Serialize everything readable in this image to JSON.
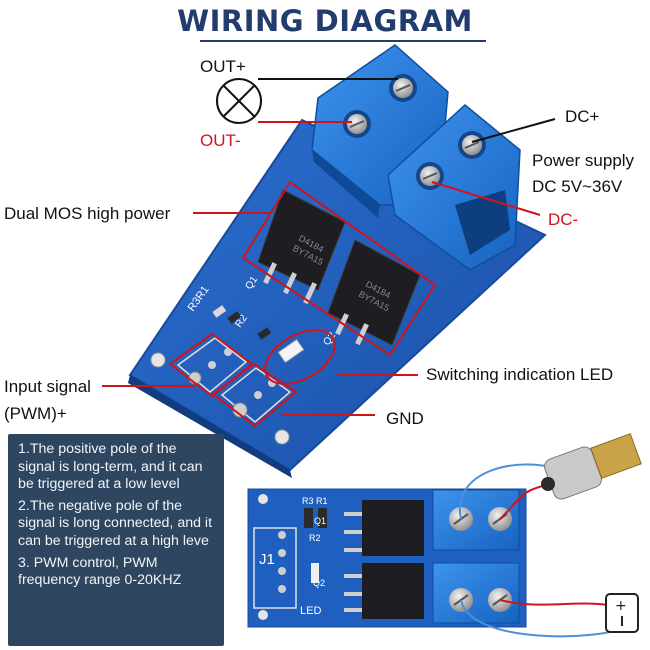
{
  "title": "WIRING DIAGRAM",
  "labels": {
    "out_plus": "OUT+",
    "out_minus": "OUT-",
    "dc_plus": "DC+",
    "power_supply_line1": "Power supply",
    "power_supply_line2": "DC 5V~36V",
    "dc_minus": "DC-",
    "dual_mos": "Dual MOS high power",
    "input_signal_line1": "Input signal",
    "input_signal_line2": "(PWM)+",
    "switching_led": "Switching indication LED",
    "gnd": "GND"
  },
  "board_marks": {
    "r3r1": "R3R1",
    "q1": "Q1",
    "r2": "R2",
    "q2": "Q2",
    "chip_code_1": "D4184",
    "chip_code_2": "BY7A15",
    "j1": "J1",
    "led": "LED",
    "r3": "R3",
    "r1": "R1"
  },
  "info": {
    "items": [
      "1.The positive pole of the signal is long-term, and it can be triggered at a low level",
      "2.The negative pole of the signal is long connected, and it can be triggered at a high leve",
      "3. PWM control, PWM frequency range 0-20KHZ"
    ]
  },
  "colors": {
    "title": "#233c6e",
    "pcb": "#1f5bb8",
    "terminal": "#1f78d6",
    "annotation": "#d0141c",
    "info_bg": "#2e4660"
  }
}
